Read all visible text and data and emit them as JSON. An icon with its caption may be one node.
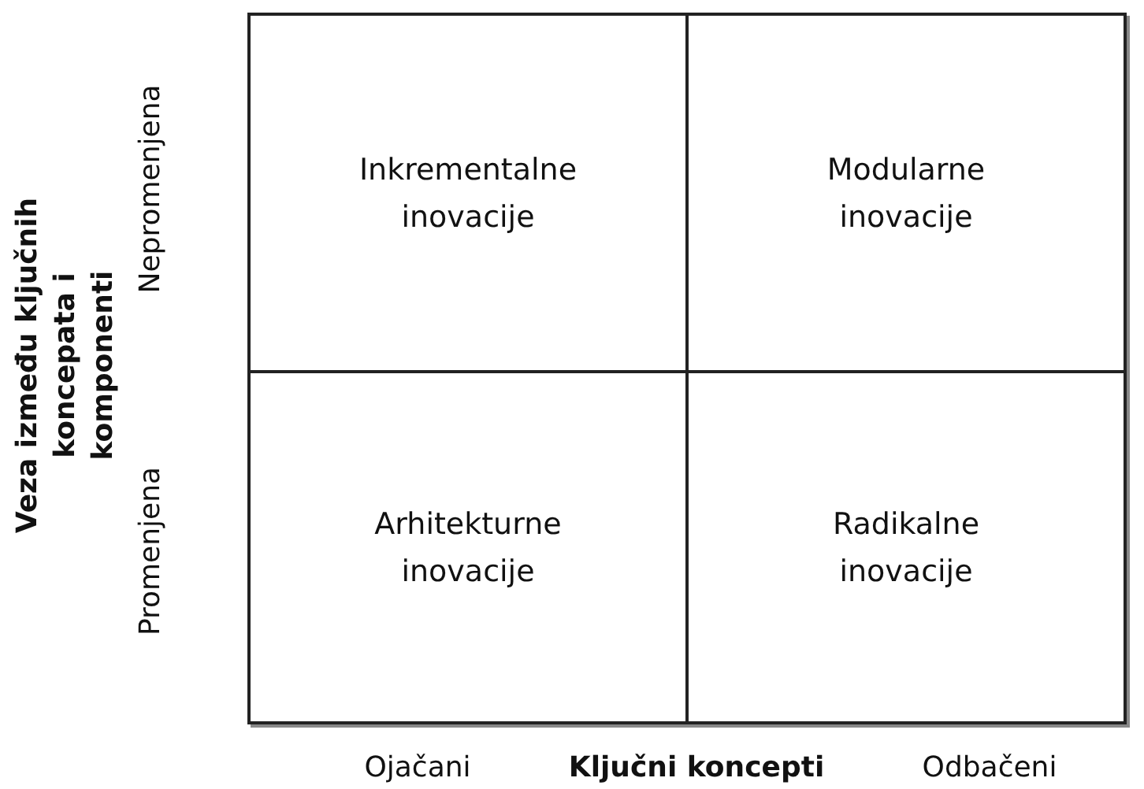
{
  "diagram": {
    "nodes": [
      {
        "text": [
          "Inkrementalne inovacije"
        ]
      },
      {
        "text": [
          "Modularne inovacije"
        ]
      },
      {
        "text": [
          "Arhitekturne inovacije"
        ]
      },
      {
        "text": [
          "Radikalne inovacije"
        ]
      }
    ],
    "labels": [
      "Veza između ključnih koncepata i komponenti",
      "Nepromenjena",
      "Promenjena",
      "Ojačani",
      "Ključni koncepti",
      "Odbačeni"
    ]
  }
}
